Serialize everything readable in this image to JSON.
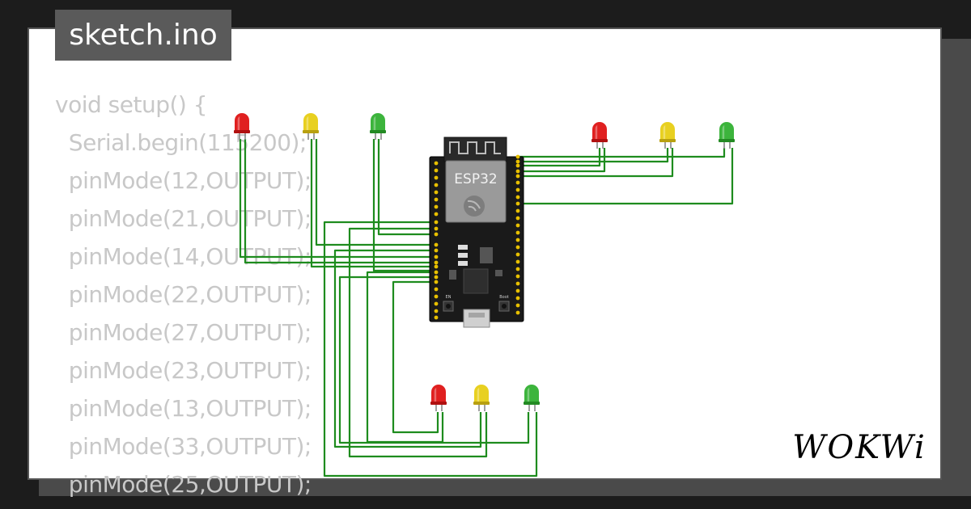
{
  "file_tab": {
    "title": "sketch.ino"
  },
  "code_lines": [
    "void setup() {",
    "  Serial.begin(115200);",
    "  pinMode(12,OUTPUT);",
    "  pinMode(21,OUTPUT);",
    "  pinMode(14,OUTPUT);",
    "  pinMode(22,OUTPUT);",
    "  pinMode(27,OUTPUT);",
    "  pinMode(23,OUTPUT);",
    "  pinMode(13,OUTPUT);",
    "  pinMode(33,OUTPUT);",
    "  pinMode(25,OUTPUT);"
  ],
  "board": {
    "label": "ESP32",
    "btn_left": "EN",
    "btn_right": "Boot"
  },
  "brand": {
    "logo_text": "WOKWi"
  },
  "colors": {
    "wire": "#1e8c1e",
    "led_red": "#e02020",
    "led_yellow": "#e8d020",
    "led_green": "#3cb43c",
    "board": "#1a1a1a",
    "pin": "#e8c000"
  },
  "leds": [
    {
      "color": "red",
      "group": "left"
    },
    {
      "color": "yellow",
      "group": "left"
    },
    {
      "color": "green",
      "group": "left"
    },
    {
      "color": "red",
      "group": "right"
    },
    {
      "color": "yellow",
      "group": "right"
    },
    {
      "color": "green",
      "group": "right"
    },
    {
      "color": "red",
      "group": "bottom"
    },
    {
      "color": "yellow",
      "group": "bottom"
    },
    {
      "color": "green",
      "group": "bottom"
    }
  ]
}
